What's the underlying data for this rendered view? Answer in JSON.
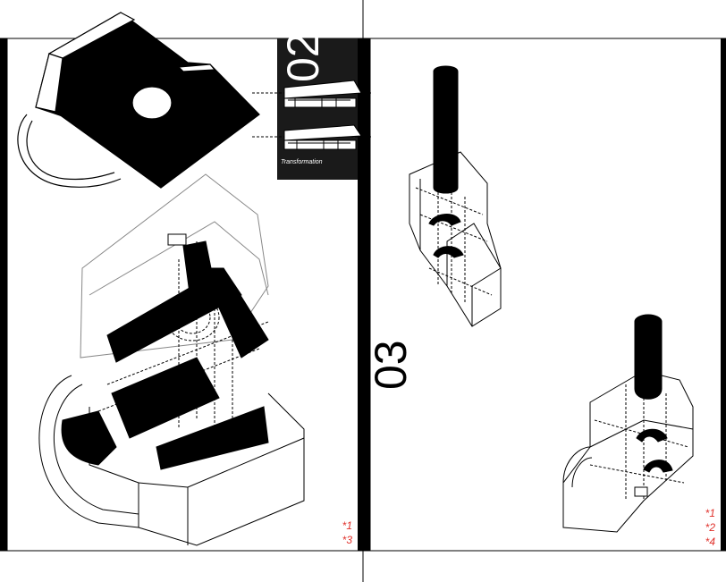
{
  "panel_02": {
    "number": "02",
    "caption": "Transformation"
  },
  "panel_03": {
    "number": "03"
  },
  "left_notes": [
    "*1",
    "*3"
  ],
  "right_notes": [
    "*1",
    "*2",
    "*4"
  ],
  "colors": {
    "ink": "#000000",
    "paper": "#ffffff",
    "note": "#e0312b"
  }
}
